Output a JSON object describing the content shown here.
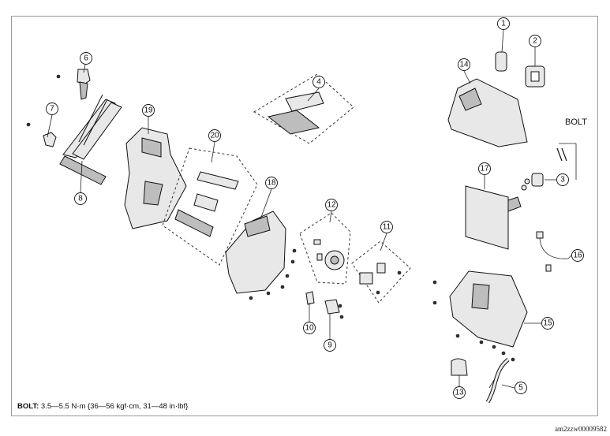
{
  "callouts": [
    "1",
    "2",
    "3",
    "4",
    "5",
    "6",
    "7",
    "8",
    "9",
    "10",
    "11",
    "12",
    "13",
    "14",
    "15",
    "16",
    "17",
    "18",
    "19",
    "20"
  ],
  "bolt_label": "BOLT",
  "torque_note": {
    "label": "BOLT:",
    "value": "3.5—5.5 N·m {36—56 kgf·cm, 31—48 in·lbf}"
  },
  "image_code": "am2zzw00009582"
}
